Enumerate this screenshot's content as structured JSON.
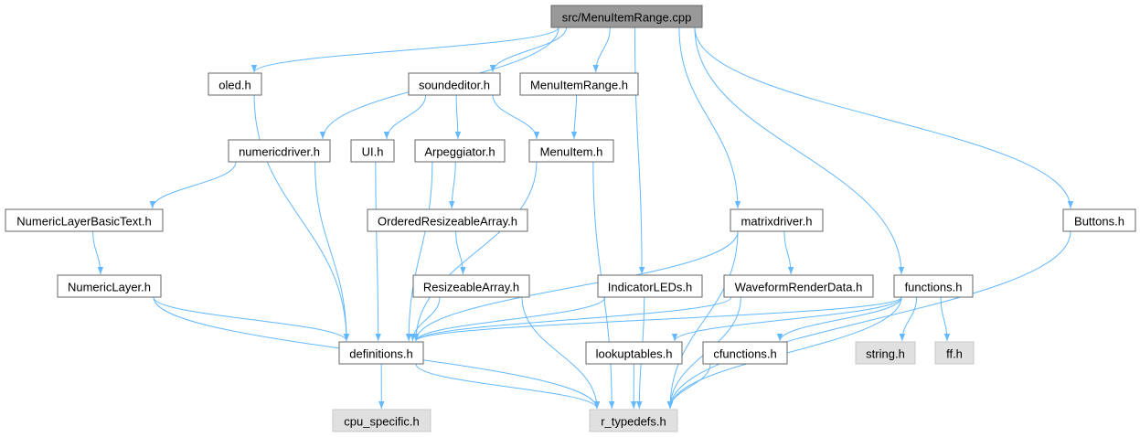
{
  "diagram": {
    "accent_color": "#63b8ff",
    "nodes": [
      {
        "id": "root",
        "label": "src/MenuItemRange.cpp",
        "kind": "root"
      },
      {
        "id": "oled",
        "label": "oled.h",
        "kind": "header"
      },
      {
        "id": "soundeditor",
        "label": "soundeditor.h",
        "kind": "header"
      },
      {
        "id": "menuitemrange",
        "label": "MenuItemRange.h",
        "kind": "header"
      },
      {
        "id": "numericdriver",
        "label": "numericdriver.h",
        "kind": "header"
      },
      {
        "id": "ui",
        "label": "UI.h",
        "kind": "header"
      },
      {
        "id": "arpeggiator",
        "label": "Arpeggiator.h",
        "kind": "header"
      },
      {
        "id": "menuitem",
        "label": "MenuItem.h",
        "kind": "header"
      },
      {
        "id": "numericlayerbasictext",
        "label": "NumericLayerBasicText.h",
        "kind": "header"
      },
      {
        "id": "orderedresizeablearray",
        "label": "OrderedResizeableArray.h",
        "kind": "header"
      },
      {
        "id": "matrixdriver",
        "label": "matrixdriver.h",
        "kind": "header"
      },
      {
        "id": "buttons",
        "label": "Buttons.h",
        "kind": "header"
      },
      {
        "id": "numericlayer",
        "label": "NumericLayer.h",
        "kind": "header"
      },
      {
        "id": "resizeablearray",
        "label": "ResizeableArray.h",
        "kind": "header"
      },
      {
        "id": "indicatorleds",
        "label": "IndicatorLEDs.h",
        "kind": "header"
      },
      {
        "id": "waveformrenderdata",
        "label": "WaveformRenderData.h",
        "kind": "header"
      },
      {
        "id": "functions",
        "label": "functions.h",
        "kind": "header"
      },
      {
        "id": "definitions",
        "label": "definitions.h",
        "kind": "header"
      },
      {
        "id": "lookuptables",
        "label": "lookuptables.h",
        "kind": "header"
      },
      {
        "id": "cfunctions",
        "label": "cfunctions.h",
        "kind": "header"
      },
      {
        "id": "stringh",
        "label": "string.h",
        "kind": "external"
      },
      {
        "id": "ffh",
        "label": "ff.h",
        "kind": "external"
      },
      {
        "id": "cpuspecific",
        "label": "cpu_specific.h",
        "kind": "external"
      },
      {
        "id": "rtypedefs",
        "label": "r_typedefs.h",
        "kind": "external"
      }
    ],
    "edges": [
      [
        "root",
        "oled"
      ],
      [
        "root",
        "soundeditor"
      ],
      [
        "root",
        "menuitemrange"
      ],
      [
        "root",
        "numericdriver"
      ],
      [
        "root",
        "matrixdriver"
      ],
      [
        "root",
        "indicatorleds"
      ],
      [
        "root",
        "functions"
      ],
      [
        "root",
        "buttons"
      ],
      [
        "oled",
        "definitions"
      ],
      [
        "soundeditor",
        "ui"
      ],
      [
        "soundeditor",
        "arpeggiator"
      ],
      [
        "soundeditor",
        "menuitem"
      ],
      [
        "menuitemrange",
        "menuitem"
      ],
      [
        "numericdriver",
        "numericlayerbasictext"
      ],
      [
        "numericdriver",
        "definitions"
      ],
      [
        "ui",
        "definitions"
      ],
      [
        "arpeggiator",
        "orderedresizeablearray"
      ],
      [
        "arpeggiator",
        "definitions"
      ],
      [
        "menuitem",
        "definitions"
      ],
      [
        "menuitem",
        "rtypedefs"
      ],
      [
        "numericlayerbasictext",
        "numericlayer"
      ],
      [
        "orderedresizeablearray",
        "resizeablearray"
      ],
      [
        "matrixdriver",
        "waveformrenderdata"
      ],
      [
        "matrixdriver",
        "definitions"
      ],
      [
        "matrixdriver",
        "rtypedefs"
      ],
      [
        "buttons",
        "rtypedefs"
      ],
      [
        "numericlayer",
        "definitions"
      ],
      [
        "numericlayer",
        "rtypedefs"
      ],
      [
        "resizeablearray",
        "definitions"
      ],
      [
        "resizeablearray",
        "rtypedefs"
      ],
      [
        "indicatorleds",
        "definitions"
      ],
      [
        "indicatorleds",
        "rtypedefs"
      ],
      [
        "waveformrenderdata",
        "definitions"
      ],
      [
        "waveformrenderdata",
        "rtypedefs"
      ],
      [
        "functions",
        "definitions"
      ],
      [
        "functions",
        "lookuptables"
      ],
      [
        "functions",
        "cfunctions"
      ],
      [
        "functions",
        "stringh"
      ],
      [
        "functions",
        "ffh"
      ],
      [
        "functions",
        "rtypedefs"
      ],
      [
        "definitions",
        "cpuspecific"
      ],
      [
        "definitions",
        "rtypedefs"
      ],
      [
        "lookuptables",
        "rtypedefs"
      ],
      [
        "cfunctions",
        "rtypedefs"
      ]
    ]
  }
}
